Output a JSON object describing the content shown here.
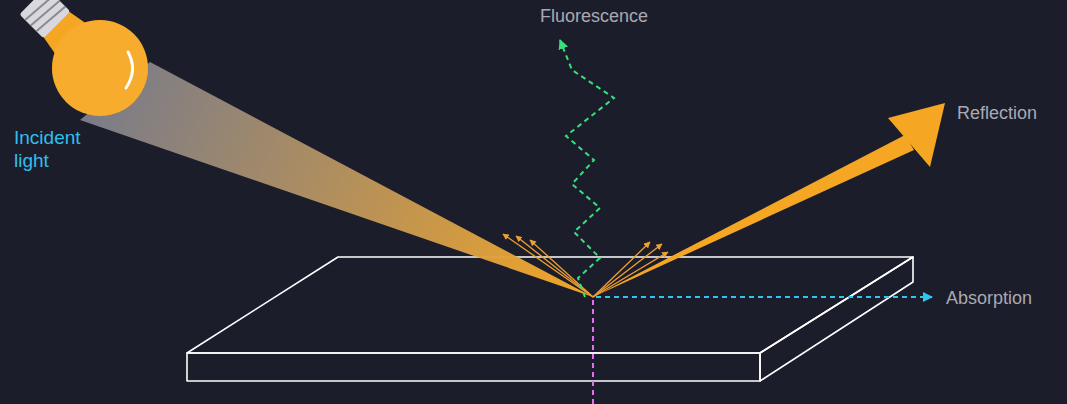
{
  "diagram": {
    "labels": [
      "Fluorescence",
      "Reflection",
      "Incident light",
      "Absorption"
    ]
  }
}
